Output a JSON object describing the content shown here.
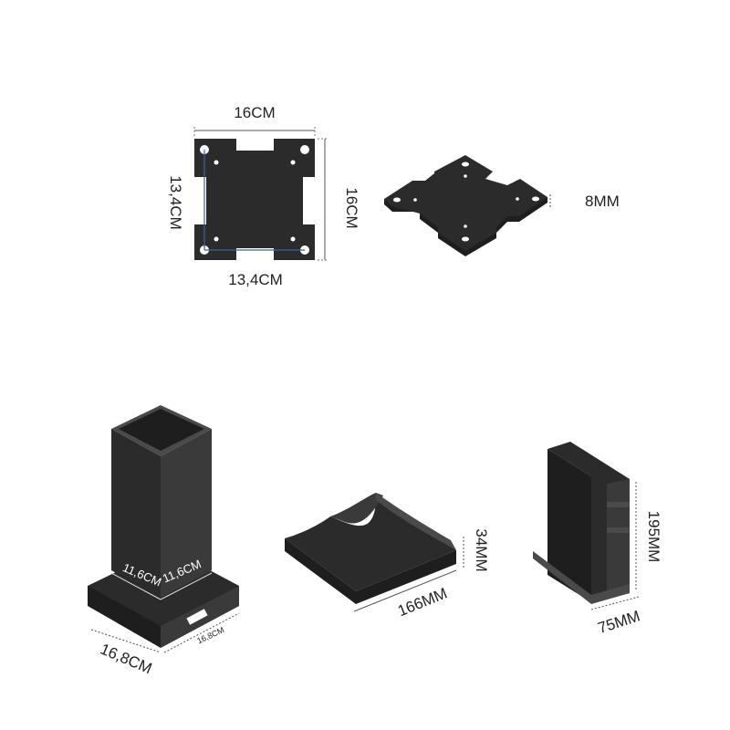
{
  "colors": {
    "product": "#2b2b2b",
    "dimension_line": "#555555",
    "hole_span_line": "#3b5fa8",
    "background": "#ffffff"
  },
  "vesa_plate_front": {
    "width_label": "16CM",
    "height_label": "16CM",
    "hole_width_label": "13,4CM",
    "hole_height_label": "13,4CM"
  },
  "vesa_plate_angled": {
    "thickness_label": "8MM"
  },
  "tower_stand": {
    "inner_left_label": "11,6CM",
    "inner_right_label": "11,6CM",
    "base_front_label": "16,8CM",
    "base_side_label": "16,8CM"
  },
  "wave_stand": {
    "length_label": "166MM",
    "height_label": "34MM"
  },
  "vertical_holder": {
    "height_label": "195MM",
    "width_label": "75MM"
  }
}
